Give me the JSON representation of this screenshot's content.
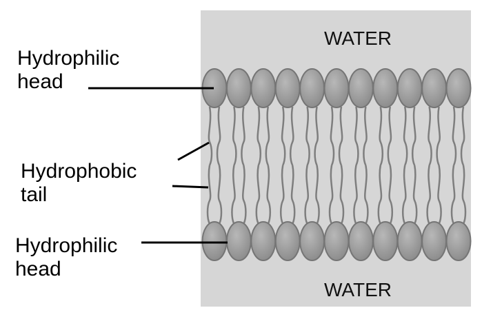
{
  "water_top": "WATER",
  "water_bottom": "WATER",
  "labels": {
    "head_top": [
      "Hydrophilic",
      "head"
    ],
    "tail": [
      "Hydrophobic",
      "tail"
    ],
    "head_bottom": [
      "Hydrophilic",
      "head"
    ]
  },
  "colors": {
    "panel": "#d6d6d6",
    "head_fill": "#9c9c9c",
    "head_stroke": "#757575",
    "tail_stroke": "#7e7e7e"
  },
  "lipid_count_per_layer": 11
}
